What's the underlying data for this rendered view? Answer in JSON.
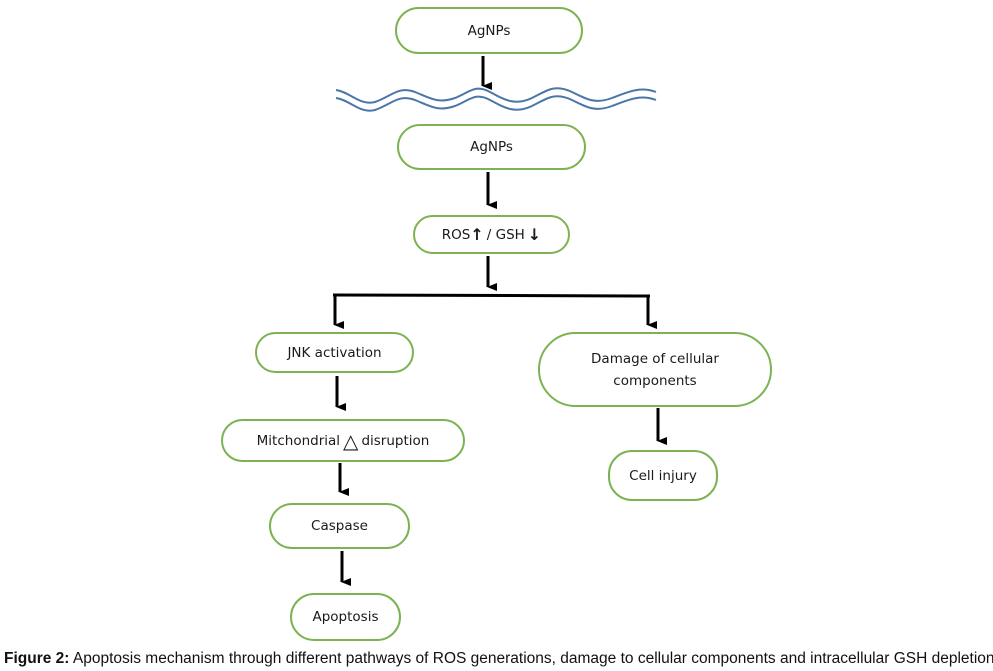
{
  "nodes": {
    "agnps_top": "AgNPs",
    "agnps_inner": "AgNPs",
    "ros_label": "ROS",
    "ros_separator": "/ GSH",
    "ros_up_arrow": "↑",
    "gsh_down_arrow": "↓",
    "jnk": "JNK activation",
    "mito_before": "Mitchondrial",
    "mito_delta": "△",
    "mito_after": "disruption",
    "damage_line1": "Damage of cellular",
    "damage_line2": "components",
    "cell_injury": "Cell injury",
    "caspase": "Caspase",
    "apoptosis": "Apoptosis"
  },
  "caption": {
    "label": "Figure 2:",
    "text": " Apoptosis mechanism through different pathways of ROS generations, damage to cellular components and intracellular GSH depletion."
  },
  "colors": {
    "node_border": "#7cb352",
    "arrow": "#000000",
    "membrane": "#4a76a8"
  }
}
